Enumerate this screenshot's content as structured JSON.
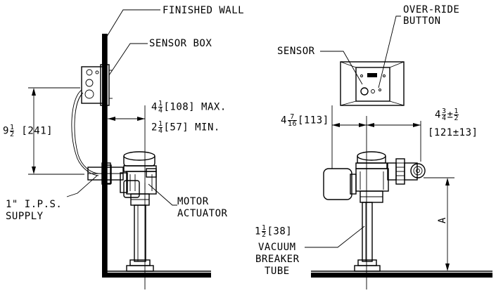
{
  "labels": {
    "finished_wall": "FINISHED WALL",
    "sensor_box": "SENSOR BOX",
    "sensor": "SENSOR",
    "override_line1": "OVER-RIDE",
    "override_line2": "BUTTON",
    "height_whole": "9",
    "height_frac_num": "1",
    "height_frac_den": "2",
    "height_metric": "[241]",
    "max_whole": "4",
    "max_frac_num": "1",
    "max_frac_den": "4",
    "max_metric": "[108] MAX.",
    "min_whole": "2",
    "min_frac_num": "1",
    "min_frac_den": "4",
    "min_metric": "[57] MIN.",
    "offset_whole": "4",
    "offset_frac_num": "7",
    "offset_frac_den": "16",
    "offset_metric": "[113]",
    "right_whole": "4",
    "right_frac_num": "3",
    "right_frac_den": "4",
    "right_tol": "±",
    "right_tol_num": "1",
    "right_tol_den": "2",
    "right_metric": "[121±13]",
    "supply_line1": "1\" I.P.S.",
    "supply_line2": "SUPPLY",
    "motor_line1": "MOTOR",
    "motor_line2": "ACTUATOR",
    "tube_whole": "1",
    "tube_frac_num": "1",
    "tube_frac_den": "2",
    "tube_metric": "[38]",
    "tube_line2": "VACUUM",
    "tube_line3": "BREAKER",
    "tube_line4": "TUBE",
    "dim_a": "A"
  }
}
